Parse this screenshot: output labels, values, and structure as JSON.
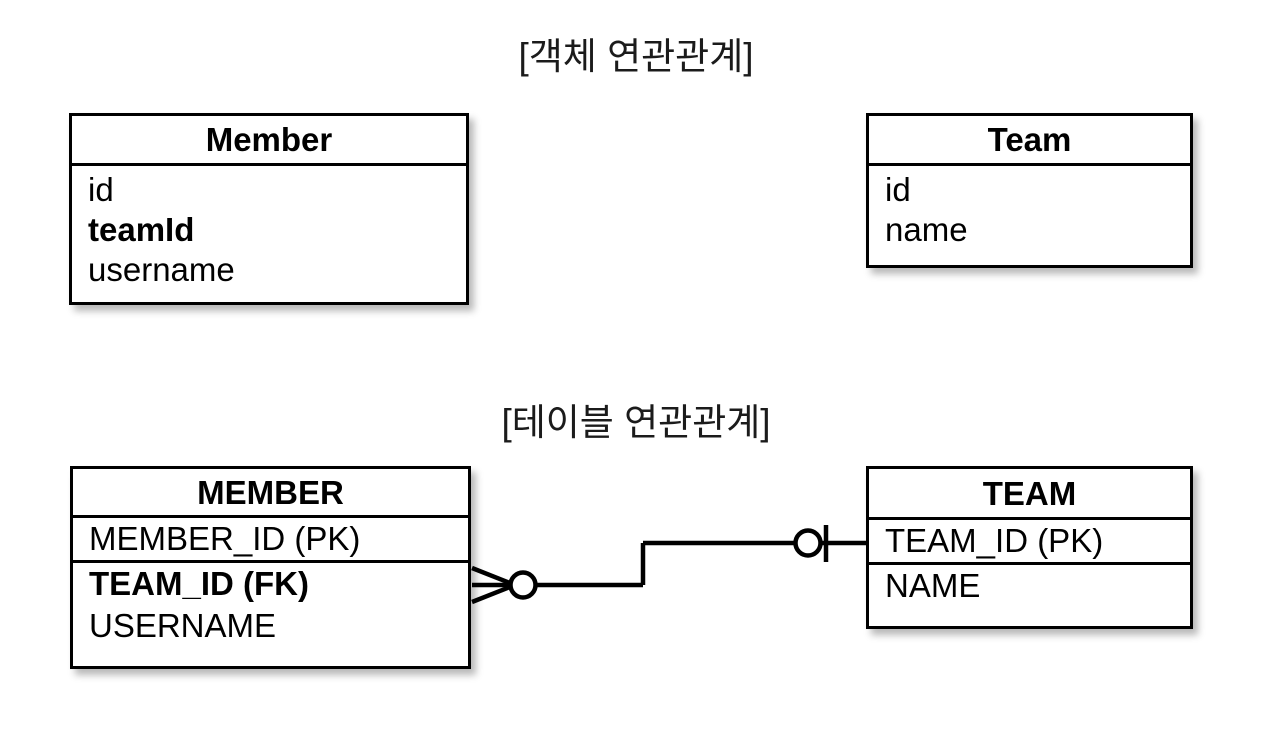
{
  "diagram": {
    "background_color": "#ffffff",
    "line_color": "#000000",
    "sections": [
      {
        "title": "[객체 연관관계]",
        "kind": "object-model"
      },
      {
        "title": "[테이블 연관관계]",
        "kind": "table-model"
      }
    ]
  },
  "object_model": {
    "member": {
      "name": "Member",
      "fields": [
        {
          "label": "id",
          "bold": false
        },
        {
          "label": "teamId",
          "bold": true
        },
        {
          "label": "username",
          "bold": false
        }
      ]
    },
    "team": {
      "name": "Team",
      "fields": [
        {
          "label": "id",
          "bold": false
        },
        {
          "label": "name",
          "bold": false
        }
      ]
    }
  },
  "table_model": {
    "member": {
      "name": "MEMBER",
      "key_fields": [
        {
          "label": "MEMBER_ID (PK)",
          "bold": false
        }
      ],
      "fields": [
        {
          "label": "TEAM_ID (FK)",
          "bold": true
        },
        {
          "label": "USERNAME",
          "bold": false
        }
      ]
    },
    "team": {
      "name": "TEAM",
      "key_fields": [
        {
          "label": "TEAM_ID (PK)",
          "bold": false
        }
      ],
      "fields": [
        {
          "label": "NAME",
          "bold": false
        }
      ]
    },
    "relationship": {
      "from": "MEMBER",
      "to": "TEAM",
      "from_cardinality": "zero-or-many",
      "to_cardinality": "zero-or-one",
      "notation": "crows-foot"
    }
  }
}
